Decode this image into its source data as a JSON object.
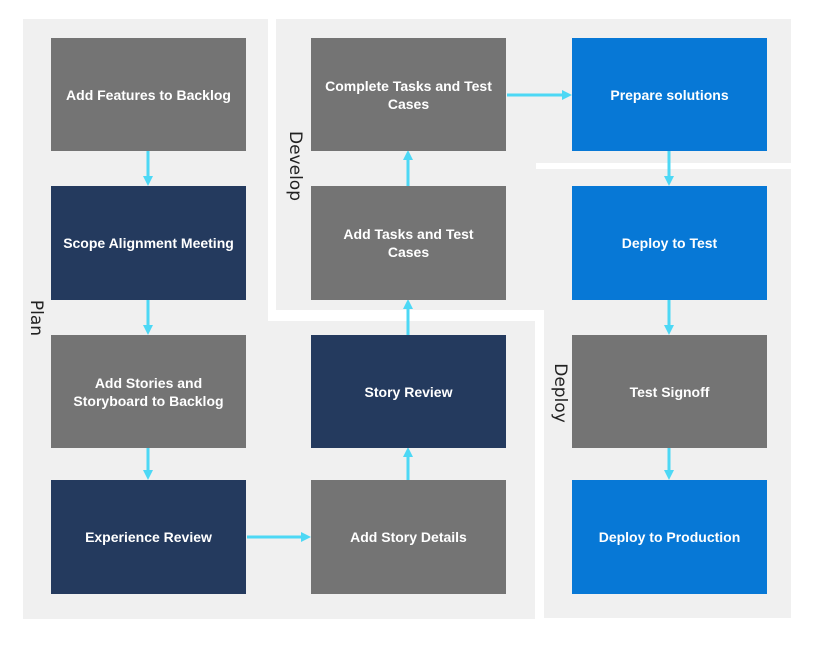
{
  "sections": {
    "plan": "Plan",
    "develop": "Develop",
    "deploy": "Deploy"
  },
  "boxes": {
    "add_features": "Add Features to Backlog",
    "scope_alignment": "Scope Alignment Meeting",
    "add_stories": "Add Stories and Storyboard to Backlog",
    "experience_review": "Experience Review",
    "add_story_details": "Add Story Details",
    "story_review": "Story Review",
    "add_tasks": "Add Tasks and Test Cases",
    "complete_tasks": "Complete Tasks and Test Cases",
    "prepare_solutions": "Prepare solutions",
    "deploy_test": "Deploy to Test",
    "test_signoff": "Test Signoff",
    "deploy_production": "Deploy to Production"
  },
  "colors": {
    "arrow": "#4dd8f5",
    "gray_box": "#747474",
    "navy_box": "#243a5e",
    "blue_box": "#0778d6",
    "region": "#f0f0f0"
  }
}
